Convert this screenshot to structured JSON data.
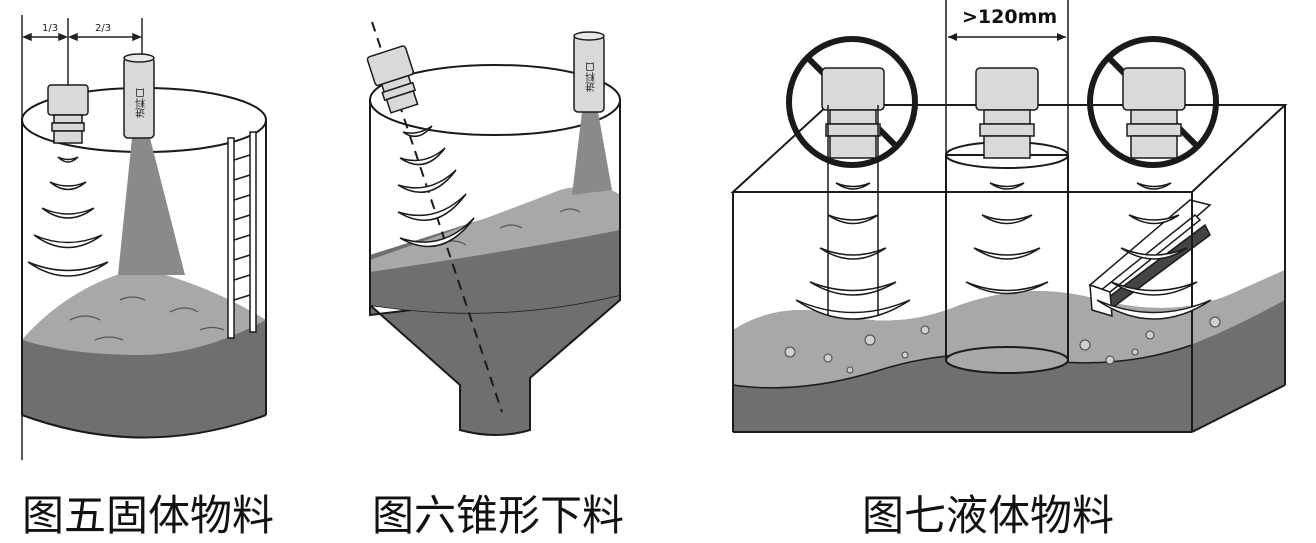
{
  "figure1": {
    "caption": "图五固体物料",
    "dim_left": "1/3",
    "dim_right": "2/3",
    "inlet_label": "进料口"
  },
  "figure2": {
    "caption": "图六锥形下料",
    "inlet_label": "进料口"
  },
  "figure3": {
    "caption": "图七液体物料",
    "dim_label": ">120mm"
  },
  "colors": {
    "material_dark": "#6f6f6f",
    "material_light": "#a8a8a8",
    "cone_beam": "#8a8a8a",
    "outline": "#1a1a1a"
  }
}
